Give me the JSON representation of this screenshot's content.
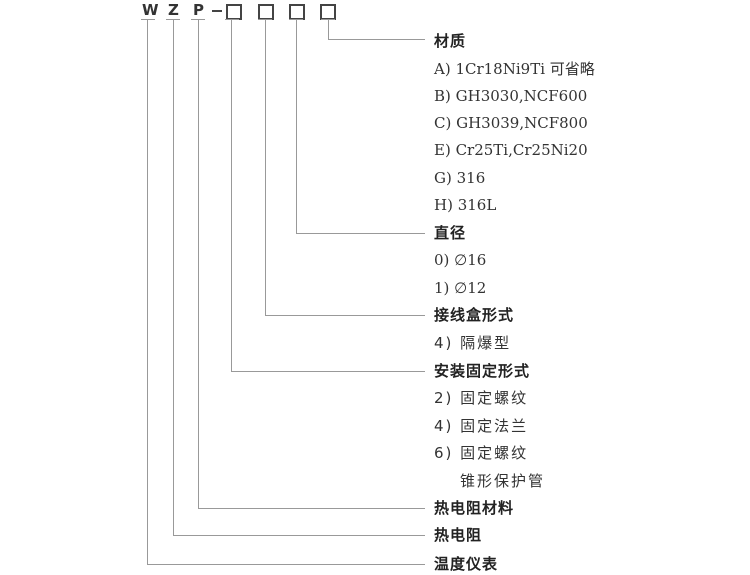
{
  "code": {
    "letters": [
      "W",
      "Z",
      "P"
    ],
    "dash": "–",
    "boxes": 4
  },
  "sections": {
    "material": {
      "heading": "材质",
      "options": [
        "A) 1Cr18Ni9Ti 可省略",
        "B) GH3030,NCF600",
        "C) GH3039,NCF800",
        "E) Cr25Ti,Cr25Ni20",
        "G) 316",
        "H) 316L"
      ]
    },
    "diameter": {
      "heading": "直径",
      "options": [
        "0) ∅16",
        "1) ∅12"
      ]
    },
    "junction_box": {
      "heading": "接线盒形式",
      "options": [
        "4) 隔爆型"
      ]
    },
    "mounting": {
      "heading": "安装固定形式",
      "options": [
        "2) 固定螺纹",
        "4) 固定法兰",
        "6) 固定螺纹",
        "锥形保护管"
      ]
    },
    "rtd_material": {
      "heading": "热电阻材料"
    },
    "rtd": {
      "heading": "热电阻"
    },
    "instrument": {
      "heading": "温度仪表"
    }
  }
}
